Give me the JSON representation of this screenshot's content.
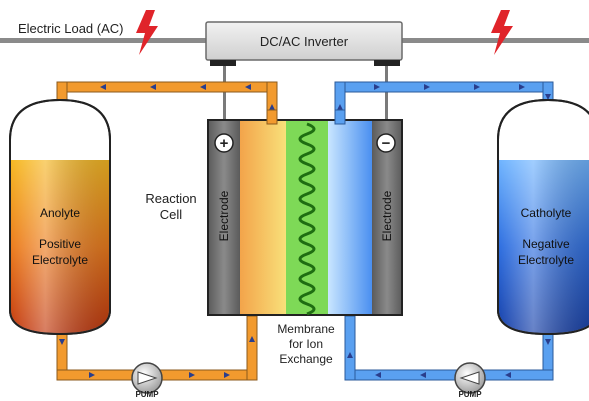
{
  "top": {
    "load_label": "Electric Load (AC)",
    "inverter_label": "DC/AC Inverter"
  },
  "cell": {
    "reaction_cell_line1": "Reaction",
    "reaction_cell_line2": "Cell",
    "plus_symbol": "+",
    "minus_symbol": "−",
    "left_electrode_label": "Electrode",
    "right_electrode_label": "Electrode",
    "membrane_line1": "Membrane",
    "membrane_line2": "for Ion",
    "membrane_line3": "Exchange"
  },
  "left_tank": {
    "title": "Anolyte",
    "line1": "Positive",
    "line2": "Electrolyte"
  },
  "right_tank": {
    "title": "Catholyte",
    "line1": "Negative",
    "line2": "Electrolyte"
  },
  "pumps": {
    "left_label": "PUMP",
    "right_label": "PUMP"
  },
  "colors": {
    "anolyte_pipe": "#f29a2e",
    "catholyte_pipe": "#5aa0f0",
    "membrane": "#7ed957",
    "membrane_coil": "#1f6e12",
    "electrode": "#6e6e6e",
    "lightning": "#e0242a",
    "arrow": "#2a3e8c"
  }
}
